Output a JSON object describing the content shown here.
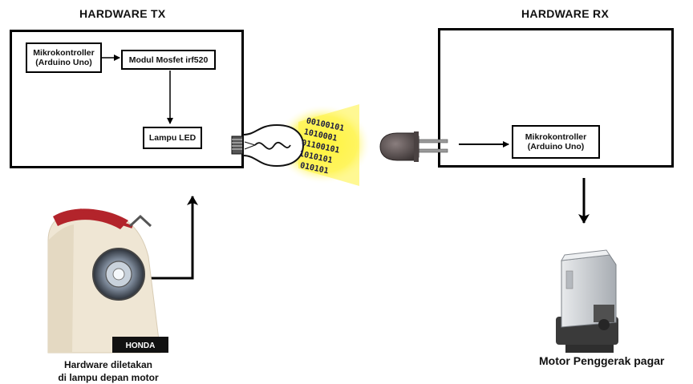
{
  "tx": {
    "title": "HARDWARE TX",
    "mcu_line1": "Mikrokontroller",
    "mcu_line2": "(Arduino Uno)",
    "mosfet": "Modul Mosfet irf520",
    "led": "Lampu LED"
  },
  "rx": {
    "title": "HARDWARE RX",
    "mcu_line1": "Mikrokontroller",
    "mcu_line2": "(Arduino Uno)"
  },
  "signal": {
    "bit_rows": [
      "00100101",
      "1010001",
      "01100101",
      "1010101",
      "010101"
    ]
  },
  "captions": {
    "hardware_line1": "Hardware diletakan",
    "hardware_line2": "di lampu depan motor",
    "motor": "Motor Penggerak pagar",
    "brand": "HONDA"
  },
  "colors": {
    "glow": "#fff23a",
    "motor_body": "#c9cdd2",
    "scooter_body": "#efe6d4",
    "scooter_red": "#b3242b"
  },
  "icons": [
    "light-bulb-icon",
    "photodiode-icon",
    "scooter-headlight-icon",
    "gate-motor-icon"
  ]
}
